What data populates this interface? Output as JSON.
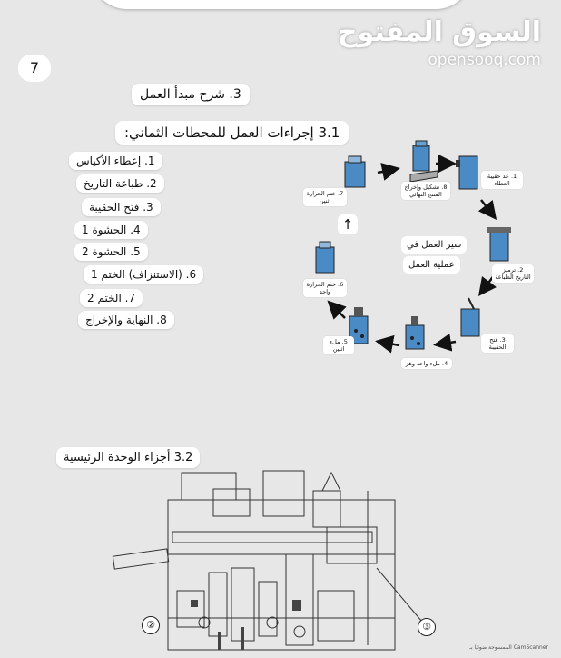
{
  "watermark": {
    "arabic": "السوق المفتوح",
    "english": "opensooq.com"
  },
  "page_number": "7",
  "section_heading": "3. شرح مبدأ العمل",
  "subsection_heading": "3.1 إجراءات العمل للمحطات الثماني:",
  "steps": [
    "1. إعطاء الأكياس",
    "2. طباعة التاريخ",
    "3. فتح الحقيبة",
    "4. الحشوة 1",
    "5. الحشوة 2",
    "6. (الاستنزاف) الختم 1",
    "7. الختم 2",
    "8. النهاية والإخراج"
  ],
  "flow": {
    "center_title": "سير العمل في",
    "center_subtitle": "عملية العمل",
    "up_arrow": "↑",
    "stations": [
      "1. عد حقيبة العطاء",
      "2. ترميز التاريخ الطباعة",
      "3. فتح الحقيبة",
      "4. ملء واحد وهز",
      "5. ملء اثنين",
      "6. ختم الحرارة واحد",
      "7. ختم الحرارة اثنين",
      "8. تشكيل وإخراج المنتج النهائي"
    ]
  },
  "main_unit_heading": "3.2 أجزاء الوحدة الرئيسية",
  "callouts": {
    "left": "②",
    "right": "③"
  },
  "scanner_note": "الممسوحة ضوئيا بـ CamScanner"
}
